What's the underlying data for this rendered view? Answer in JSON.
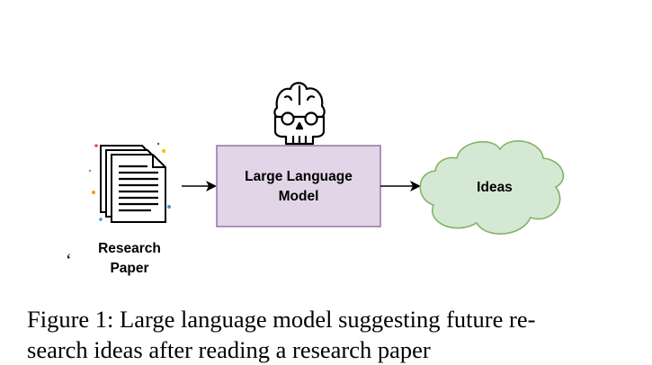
{
  "diagram": {
    "input": {
      "label_lines": [
        "Research",
        "Paper"
      ],
      "icon": "documents-icon"
    },
    "model": {
      "label_lines": [
        "Large Language",
        "Model"
      ],
      "icon": "brain-skull-icon",
      "fill_color": "#e1d5e7",
      "stroke_color": "#9673a6"
    },
    "output": {
      "label": "Ideas",
      "icon": "cloud-icon",
      "fill_color": "#d5e8d4",
      "stroke_color": "#82b366"
    },
    "stray_mark": "‘"
  },
  "caption": {
    "lines": [
      "Figure 1: Large language model suggesting future re-",
      "search ideas after reading a research paper"
    ]
  }
}
